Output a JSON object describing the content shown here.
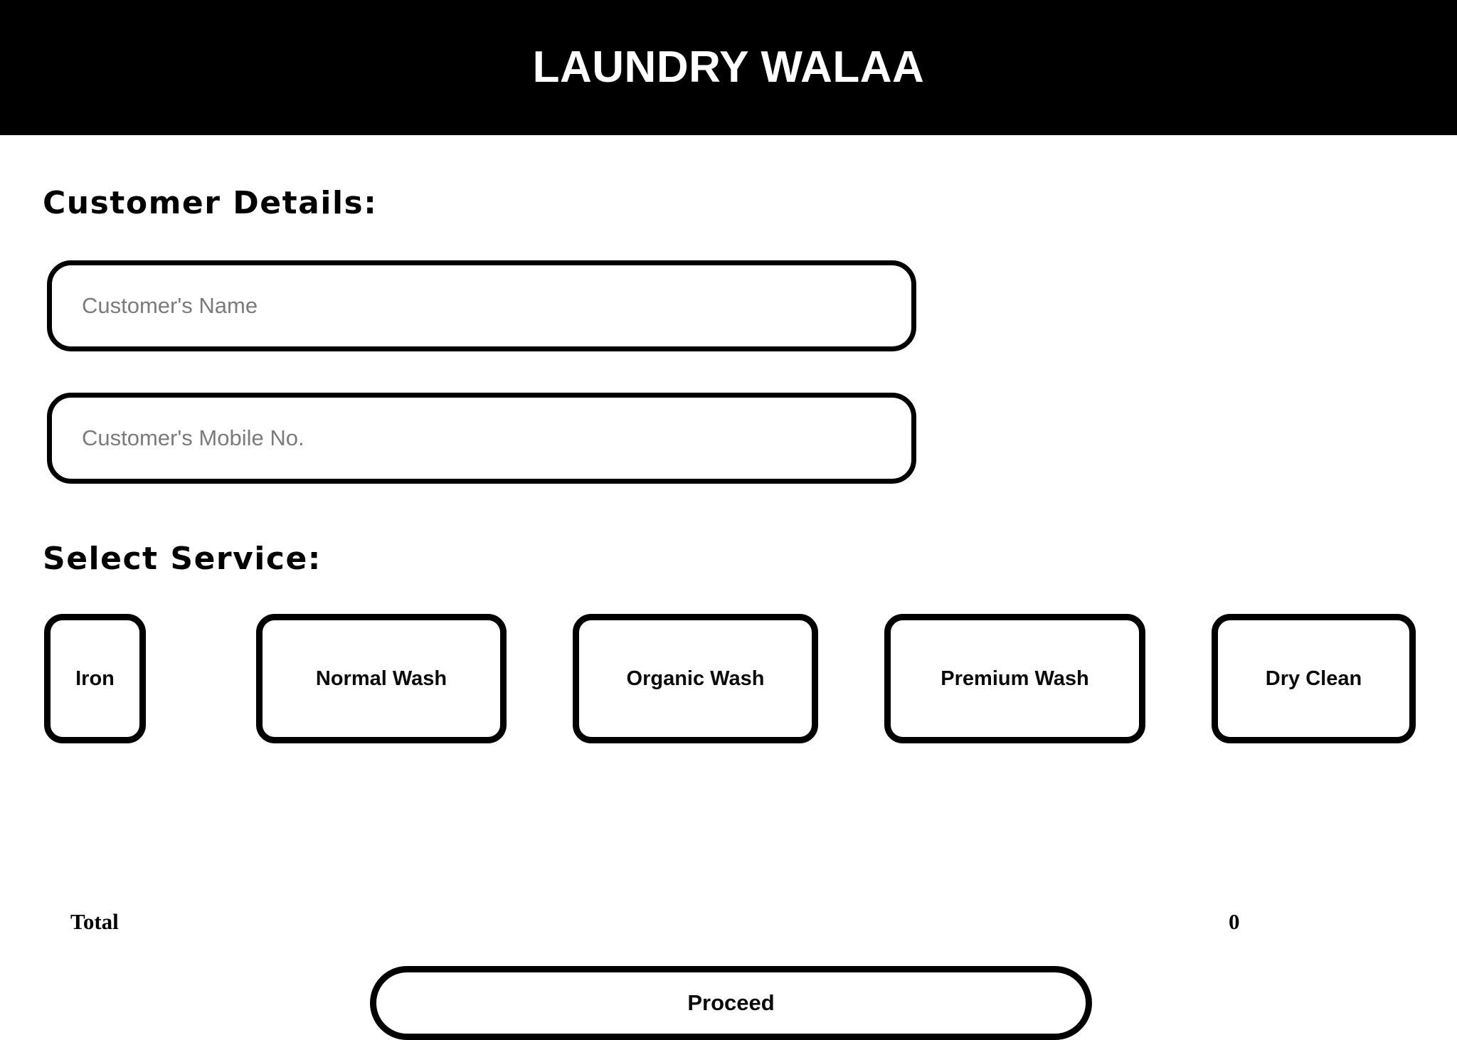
{
  "header": {
    "title": "LAUNDRY WALAA",
    "background_color": "#000000",
    "text_color": "#ffffff"
  },
  "customer_details": {
    "heading": "Customer Details:",
    "name_field": {
      "placeholder": "Customer's Name",
      "value": ""
    },
    "mobile_field": {
      "placeholder": "Customer's Mobile No.",
      "value": ""
    }
  },
  "select_service": {
    "heading": "Select Service:",
    "services": [
      {
        "label": "Iron"
      },
      {
        "label": "Normal Wash"
      },
      {
        "label": "Organic Wash"
      },
      {
        "label": "Premium Wash"
      },
      {
        "label": "Dry Clean"
      }
    ]
  },
  "total": {
    "label": "Total",
    "value": "0"
  },
  "proceed": {
    "label": "Proceed"
  },
  "colors": {
    "page_background": "#ffffff",
    "border": "#000000",
    "placeholder_text": "#7b7b7b",
    "body_text": "#000000"
  }
}
